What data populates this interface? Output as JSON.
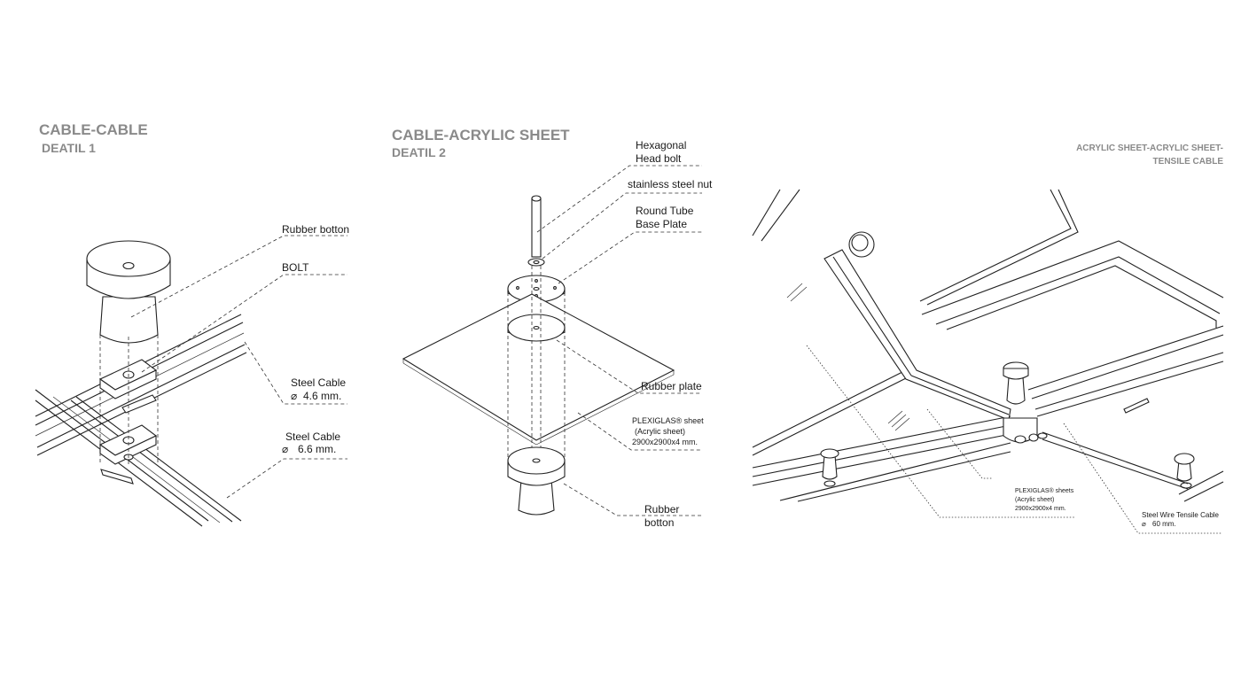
{
  "panels": [
    {
      "title": "CABLE-CABLE",
      "subtitle": "DEATIL 1",
      "labels": {
        "rubber_botton": "Rubber botton",
        "bolt": "BOLT",
        "steel_cable_1_name": "Steel Cable",
        "steel_cable_1_size": "4.6 mm.",
        "steel_cable_2_name": "Steel Cable",
        "steel_cable_2_size": "6.6 mm."
      }
    },
    {
      "title": "CABLE-ACRYLIC SHEET",
      "subtitle": "DEATIL 2",
      "labels": {
        "hex_bolt_1": "Hexagonal",
        "hex_bolt_2": "Head bolt",
        "nut": "stainless steel nut",
        "round_tube_1": "Round Tube",
        "round_tube_2": "Base Plate",
        "rubber_plate": "Rubber plate",
        "plexi_1": "PLEXIGLAS® sheet",
        "plexi_2": "(Acrylic sheet)",
        "plexi_3": "2900x2900x4 mm.",
        "rubber_botton_1": "Rubber",
        "rubber_botton_2": "botton"
      }
    },
    {
      "title_line1": "ACRYLIC SHEET-ACRYLIC SHEET-",
      "title_line2": "TENSILE CABLE",
      "labels": {
        "plexi_1": "PLEXIGLAS® sheets",
        "plexi_2": "(Acrylic sheet)",
        "plexi_3": "2900x2900x4 mm.",
        "wire_1": "Steel Wire Tensile Cable",
        "wire_2": "60 mm."
      }
    }
  ]
}
